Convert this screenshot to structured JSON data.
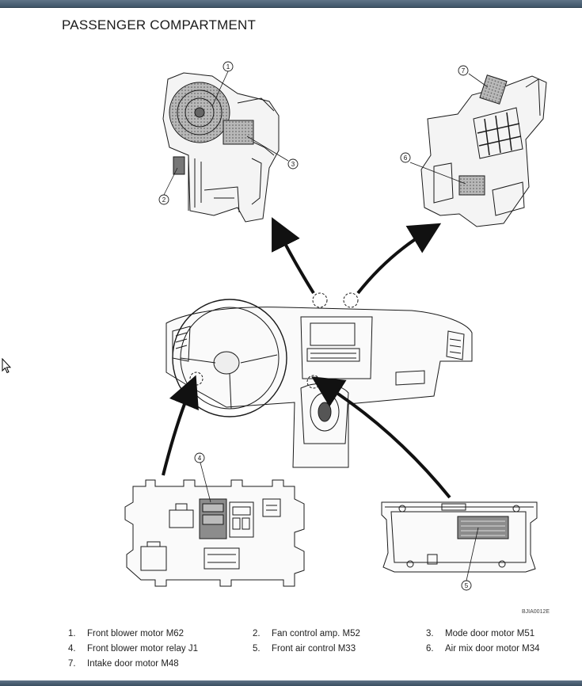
{
  "page": {
    "title": "PASSENGER COMPARTMENT",
    "figure_code": "BJIA0012E"
  },
  "callouts": [
    "1",
    "2",
    "3",
    "4",
    "5",
    "6",
    "7"
  ],
  "legend": [
    {
      "num": "1.",
      "label": "Front blower motor M62"
    },
    {
      "num": "2.",
      "label": "Fan control amp. M52"
    },
    {
      "num": "3.",
      "label": "Mode door motor M51"
    },
    {
      "num": "4.",
      "label": "Front blower motor relay J1"
    },
    {
      "num": "5.",
      "label": "Front air control M33"
    },
    {
      "num": "6.",
      "label": "Air mix door motor M34"
    },
    {
      "num": "7.",
      "label": "Intake door motor M48"
    }
  ],
  "colors": {
    "frame_bar": "#4a5d70",
    "line": "#1a1a1a",
    "component_fill": "#8c8c8c"
  },
  "icons": [
    "mouse-pointer-icon"
  ]
}
